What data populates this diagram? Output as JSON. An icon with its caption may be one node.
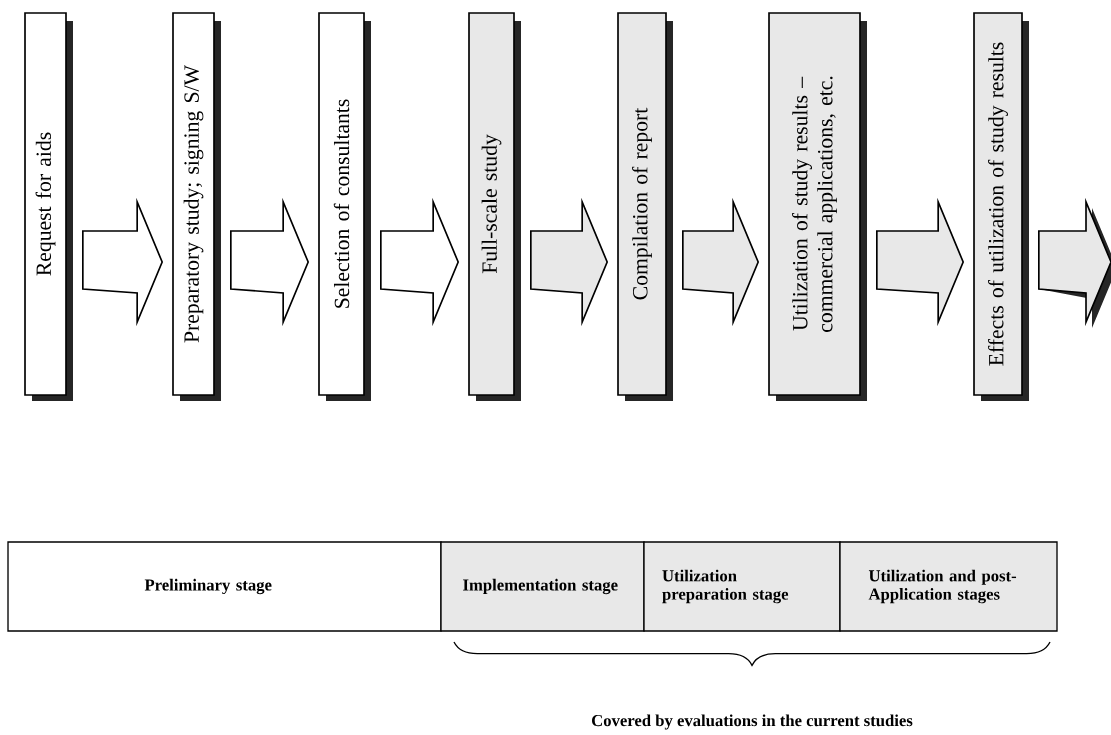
{
  "diagram": {
    "nodes": [
      {
        "text": [
          "Request for aids"
        ]
      },
      {
        "text": [
          "Preparatory study; signing S/W"
        ]
      },
      {
        "text": [
          "Selection of consultants"
        ]
      },
      {
        "text": [
          "Full-scale study"
        ]
      },
      {
        "text": [
          "Compilation of report"
        ]
      },
      {
        "text": [
          "Utilization of study results – commercial applications, etc."
        ]
      },
      {
        "text": [
          "Effects of utilization of study results"
        ]
      },
      {
        "text": [
          "Preliminary stage"
        ]
      },
      {
        "text": [
          "Implementation stage"
        ]
      },
      {
        "text": [
          "Utilization preparation stage"
        ]
      },
      {
        "text": [
          "Utilization and post-Application stages"
        ]
      }
    ],
    "edges": [
      {
        "from": 0,
        "to": 1,
        "arrow": "to"
      },
      {
        "from": 1,
        "to": 2,
        "arrow": "to"
      },
      {
        "from": 2,
        "to": 3,
        "arrow": "to"
      },
      {
        "from": 3,
        "to": 4,
        "arrow": "to"
      },
      {
        "from": 4,
        "to": 5,
        "arrow": "to"
      },
      {
        "from": 5,
        "to": 6,
        "arrow": "to"
      },
      {
        "from": 6,
        "to": null,
        "arrow": "to"
      }
    ],
    "labels": [
      "Covered by evaluations in the current studies"
    ]
  }
}
